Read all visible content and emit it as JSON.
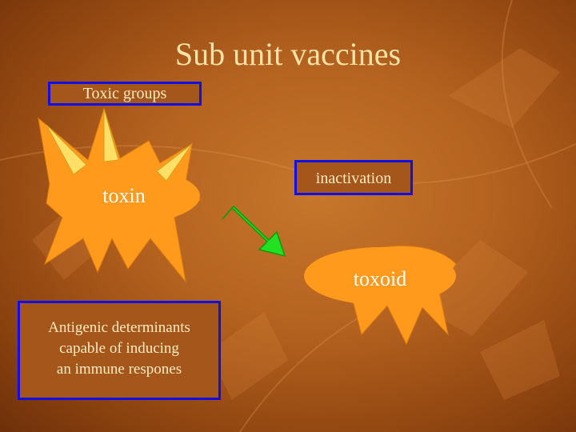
{
  "slide": {
    "title": "Sub unit vaccines",
    "labels": {
      "toxic_groups": "Toxic groups",
      "toxin": "toxin",
      "inactivation": "inactivation",
      "toxoid": "toxoid",
      "antigenic": [
        "Antigenic determinants",
        "capable of inducing",
        "an immune respones"
      ]
    }
  },
  "colors": {
    "background": "#b4621f",
    "shape_fill": "#ff9a1c",
    "box_border": "#1010e6",
    "arrow": "#22e022",
    "title": "#f7e3a6"
  },
  "icons": {
    "arrow": "down-right-arrow"
  }
}
